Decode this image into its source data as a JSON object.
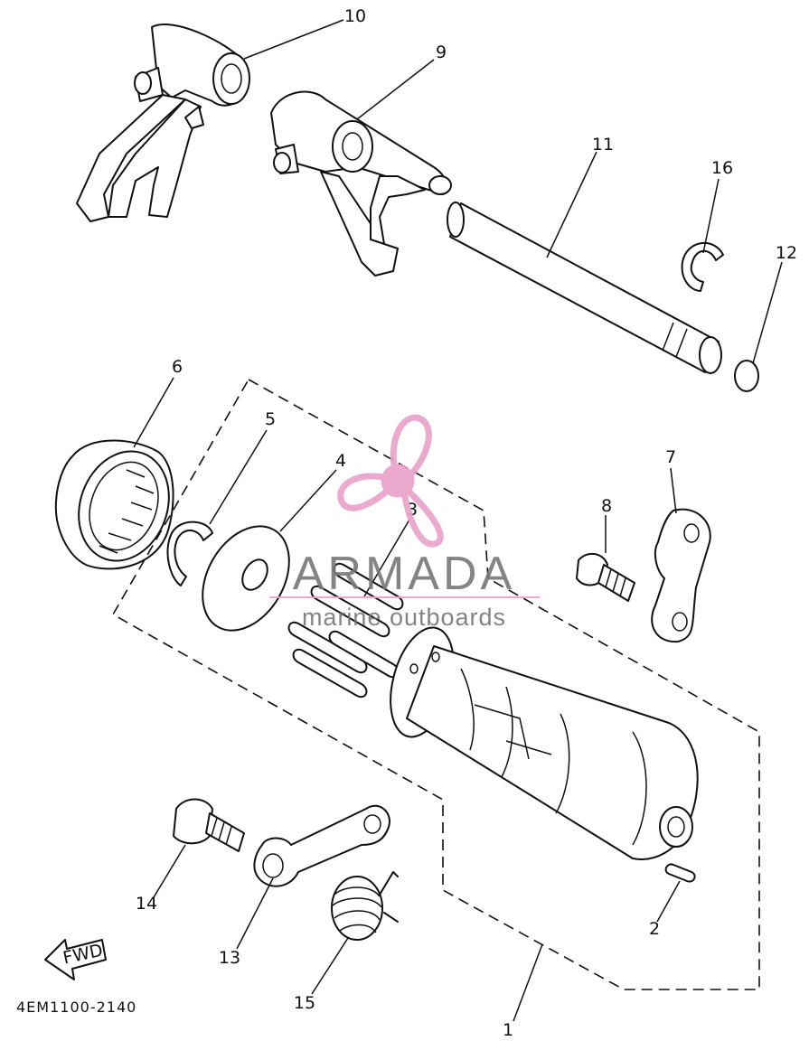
{
  "callouts": [
    "10",
    "9",
    "11",
    "16",
    "12",
    "6",
    "5",
    "4",
    "3",
    "7",
    "8",
    "14",
    "13",
    "15",
    "2",
    "1"
  ],
  "direction_label": "FWD",
  "drawing_code": "4EM1100-2140",
  "watermark": {
    "title": "ARMADA",
    "subtitle": "marine outboards",
    "logo_color": "#e8a0c8",
    "text_color": "#777777"
  }
}
